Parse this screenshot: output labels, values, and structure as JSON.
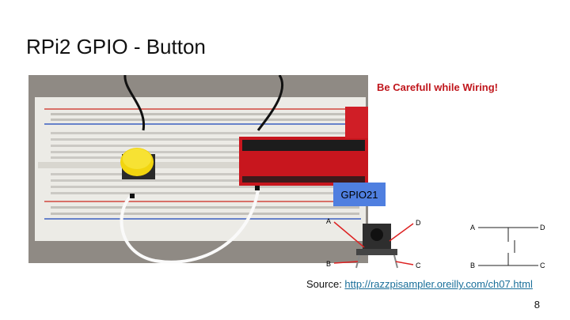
{
  "slide": {
    "title": "RPi2 GPIO - Button",
    "warning": "Be Carefull while Wiring!",
    "gpio_label": "GPIO21",
    "switch_pins": {
      "a": "A",
      "b": "B",
      "c": "C",
      "d": "D"
    },
    "schematic_pins": {
      "a": "A",
      "b": "B",
      "c": "C",
      "d": "D"
    },
    "source_prefix": "Source: ",
    "source_link": "http://razzpisampler.oreilly.com/ch07.html",
    "page_number": "8"
  },
  "colors": {
    "warning": "#c0161c",
    "gpio_box": "#4f7fe0",
    "button_cap": "#f2d50f",
    "gpio_board": "#c8161e",
    "breadboard": "#ecebe6",
    "rail_red": "#d2473f",
    "rail_blue": "#3b5fc0"
  }
}
